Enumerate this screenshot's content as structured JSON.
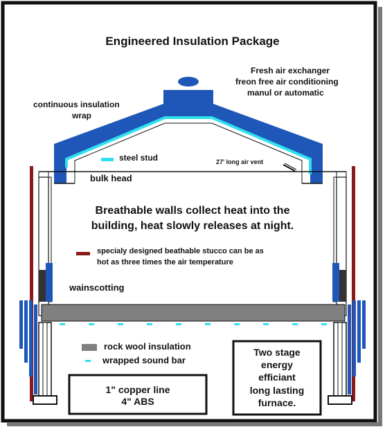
{
  "title": "Engineered Insulation Package",
  "labels": {
    "fresh_air_1": "Fresh air exchanger",
    "fresh_air_2": "freon free air conditioning",
    "fresh_air_3": "manul or automatic",
    "wrap_1": "continuous insulation",
    "wrap_2": "wrap",
    "steel_stud": "steel stud",
    "air_vent": "27' long air vent",
    "bulk_head": "bulk head",
    "breathable_1": "Breathable walls collect heat into the",
    "breathable_2": "building, heat slowly releases at night.",
    "stucco_1": "specialy designed beathable stucco can be as",
    "stucco_2": "hot as three times the air temperature",
    "wainscotting": "wainscotting",
    "rock_wool": "rock wool insulation",
    "sound_bar": "wrapped sound bar"
  },
  "boxes": {
    "copper_1": "1\" copper line",
    "copper_2": "4\" ABS",
    "furnace_1": "Two stage",
    "furnace_2": "energy",
    "furnace_3": "efficiant",
    "furnace_4": "long lasting",
    "furnace_5": "furnace."
  },
  "colors": {
    "insulation_wrap": "#1f57b8",
    "steel_stud": "#2fe0ef",
    "stucco": "#8b1a1a",
    "rock_wool": "#808080",
    "outline": "#111111"
  }
}
